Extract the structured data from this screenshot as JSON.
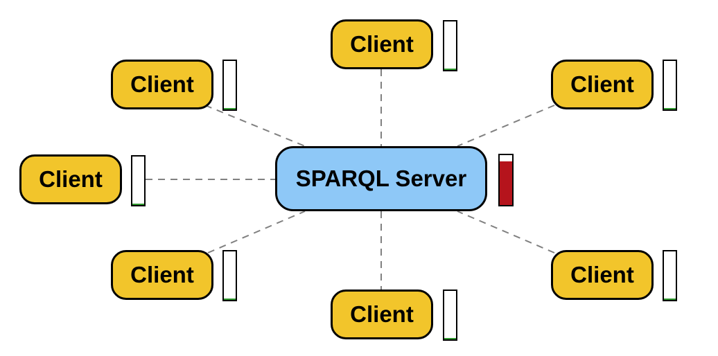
{
  "server": {
    "label": "SPARQL Server",
    "load_fraction": 0.88,
    "load_color": "#b5141c",
    "fill_color": "#8ec8f7"
  },
  "clients": [
    {
      "id": "top",
      "label": "Client",
      "load_fraction": 0.03
    },
    {
      "id": "upper-left",
      "label": "Client",
      "load_fraction": 0.03
    },
    {
      "id": "upper-right",
      "label": "Client",
      "load_fraction": 0.03
    },
    {
      "id": "left",
      "label": "Client",
      "load_fraction": 0.03
    },
    {
      "id": "lower-left",
      "label": "Client",
      "load_fraction": 0.03
    },
    {
      "id": "lower-right",
      "label": "Client",
      "load_fraction": 0.03
    },
    {
      "id": "bottom",
      "label": "Client",
      "load_fraction": 0.03
    }
  ],
  "colors": {
    "client_fill": "#f2c52b",
    "client_load": "#2e9a2e",
    "connector": "#808080"
  }
}
